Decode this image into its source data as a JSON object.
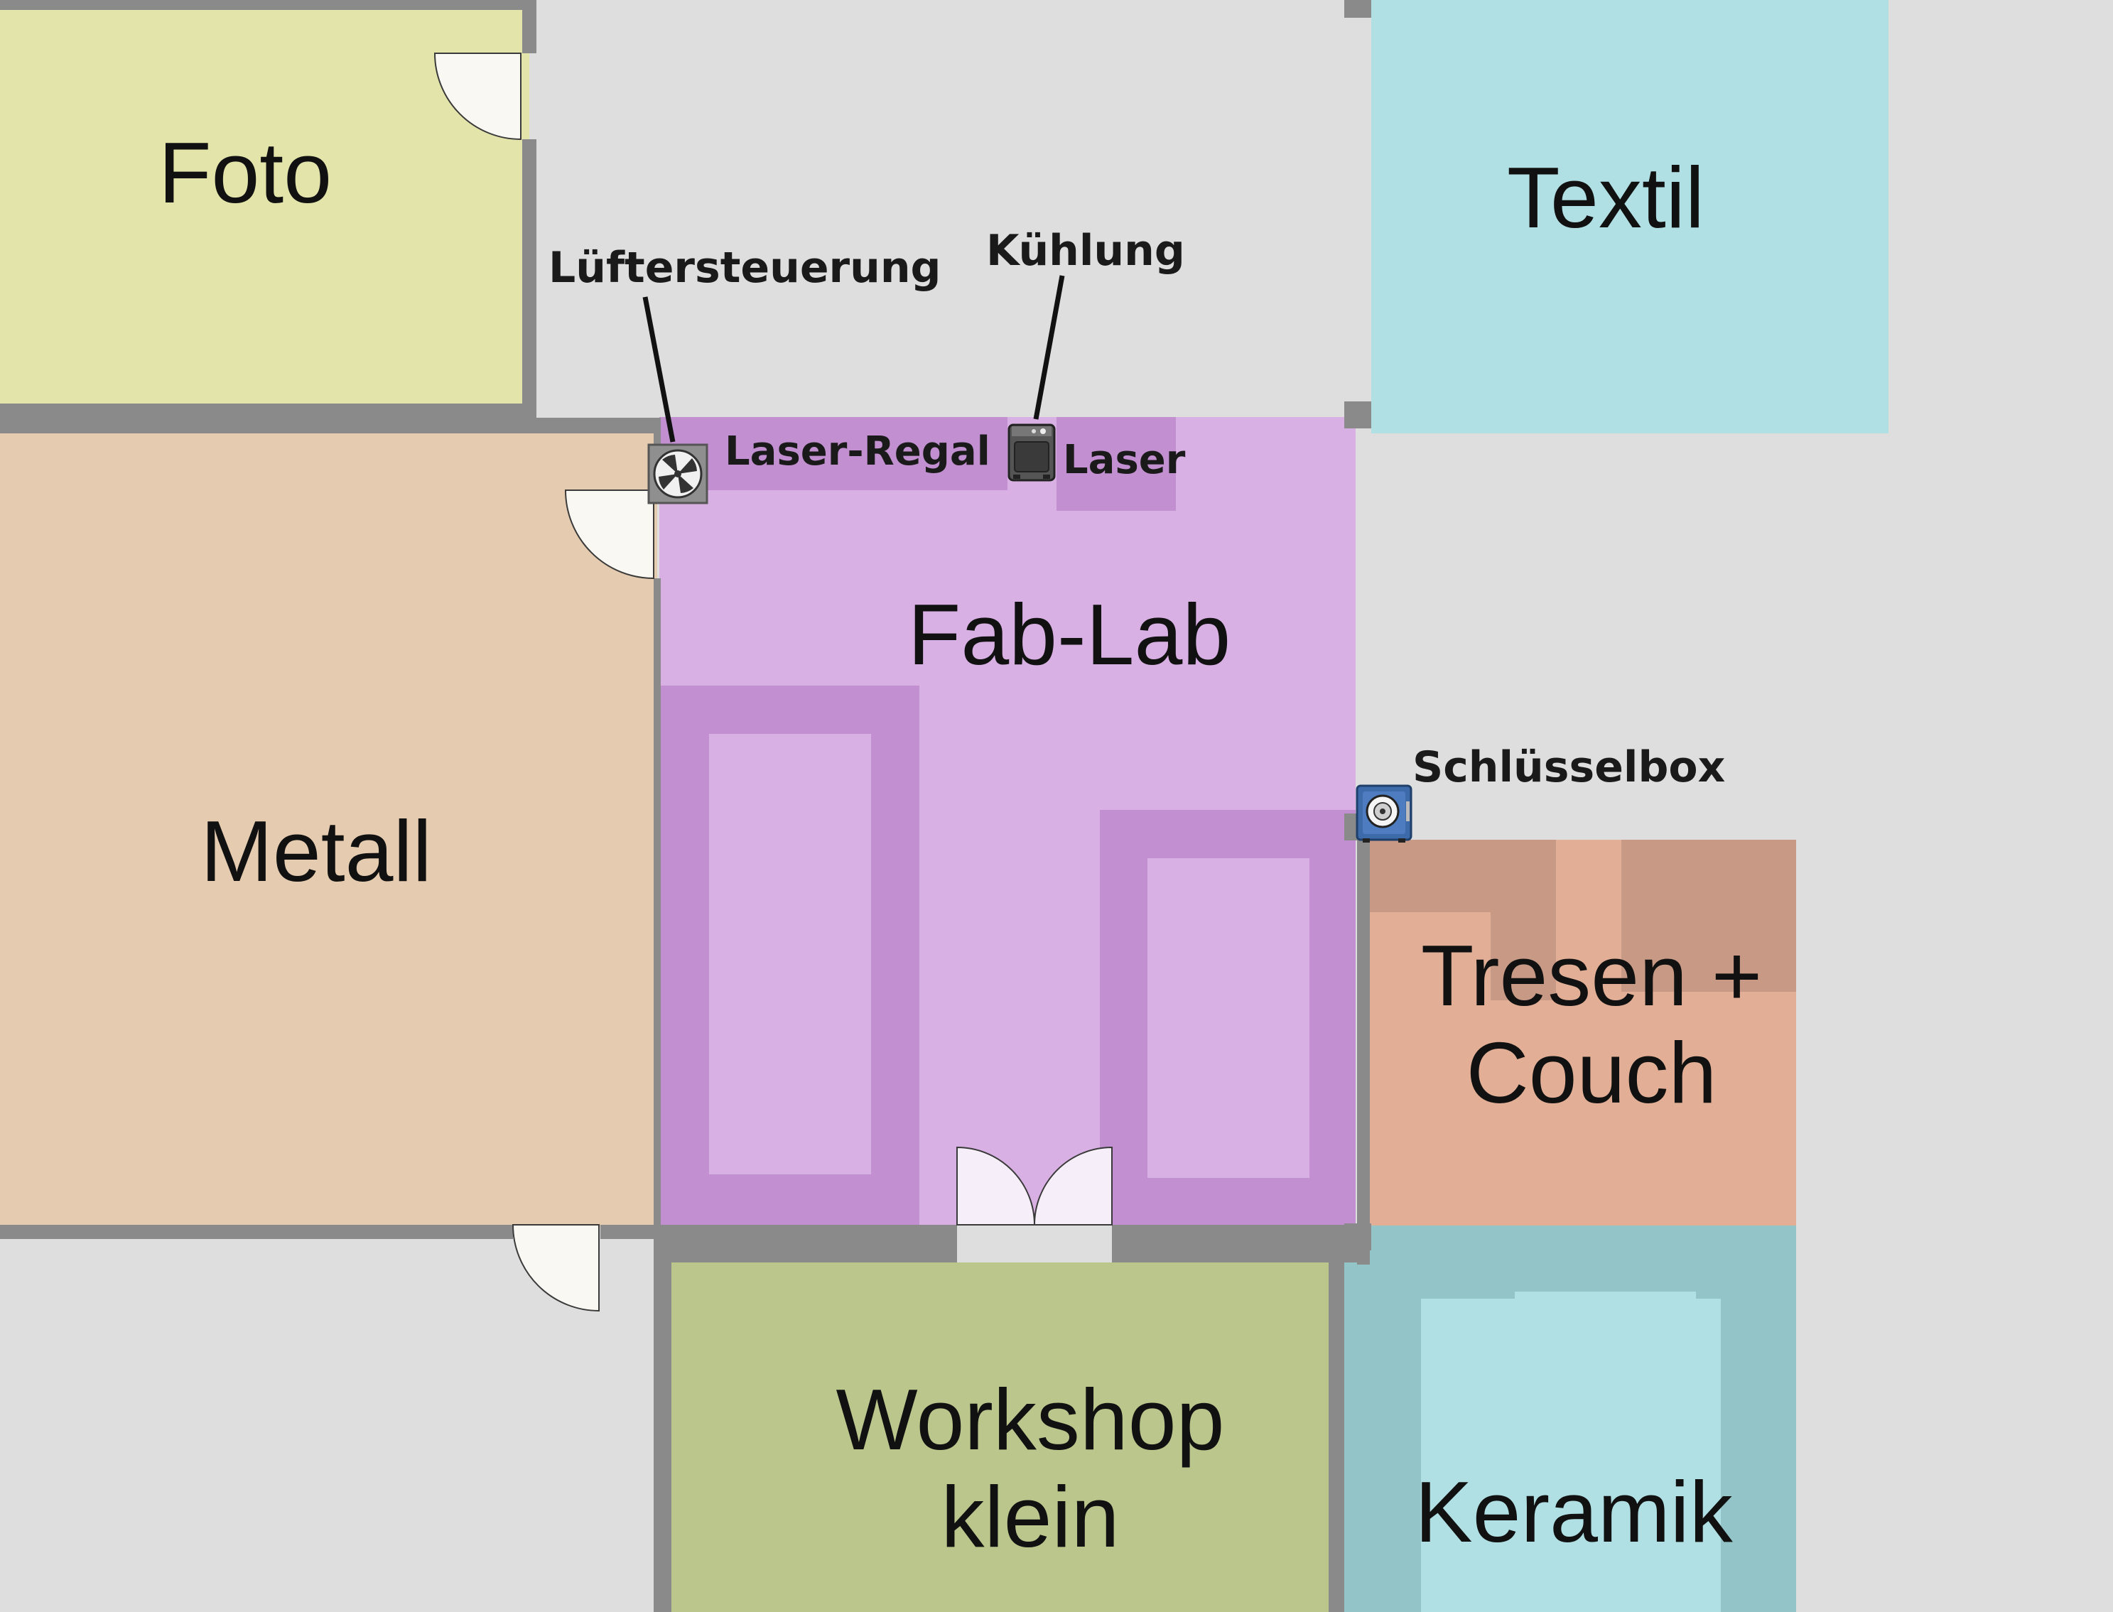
{
  "rooms": {
    "foto": {
      "label": "Foto",
      "color": "#e2e4aa"
    },
    "textil": {
      "label": "Textil",
      "color": "#b0e0e4"
    },
    "metall": {
      "label": "Metall",
      "color": "#e5cbaf"
    },
    "fablab": {
      "label": "Fab-Lab",
      "color": "#d9b0e4"
    },
    "tresen": {
      "label": "Tresen +\nCouch",
      "color": "#e2af96"
    },
    "workshop": {
      "label": "Workshop\nklein",
      "color": "#bbc68c"
    },
    "keramik": {
      "label": "Keramik",
      "color": "#b0e0e4"
    }
  },
  "labels": {
    "laser_regal": "Laser-Regal",
    "laser": "Laser",
    "fan_control": "Lüftersteuerung",
    "cooling": "Kühlung",
    "key_box": "Schlüsselbox"
  },
  "colors": {
    "floor": "#dedede",
    "wall": "#8a8a8a",
    "furniture_fablab": "#c290d0",
    "furniture_keramik": "#92c4c8",
    "furniture_tresen": "#c89a85",
    "door": "#faf8f2"
  }
}
